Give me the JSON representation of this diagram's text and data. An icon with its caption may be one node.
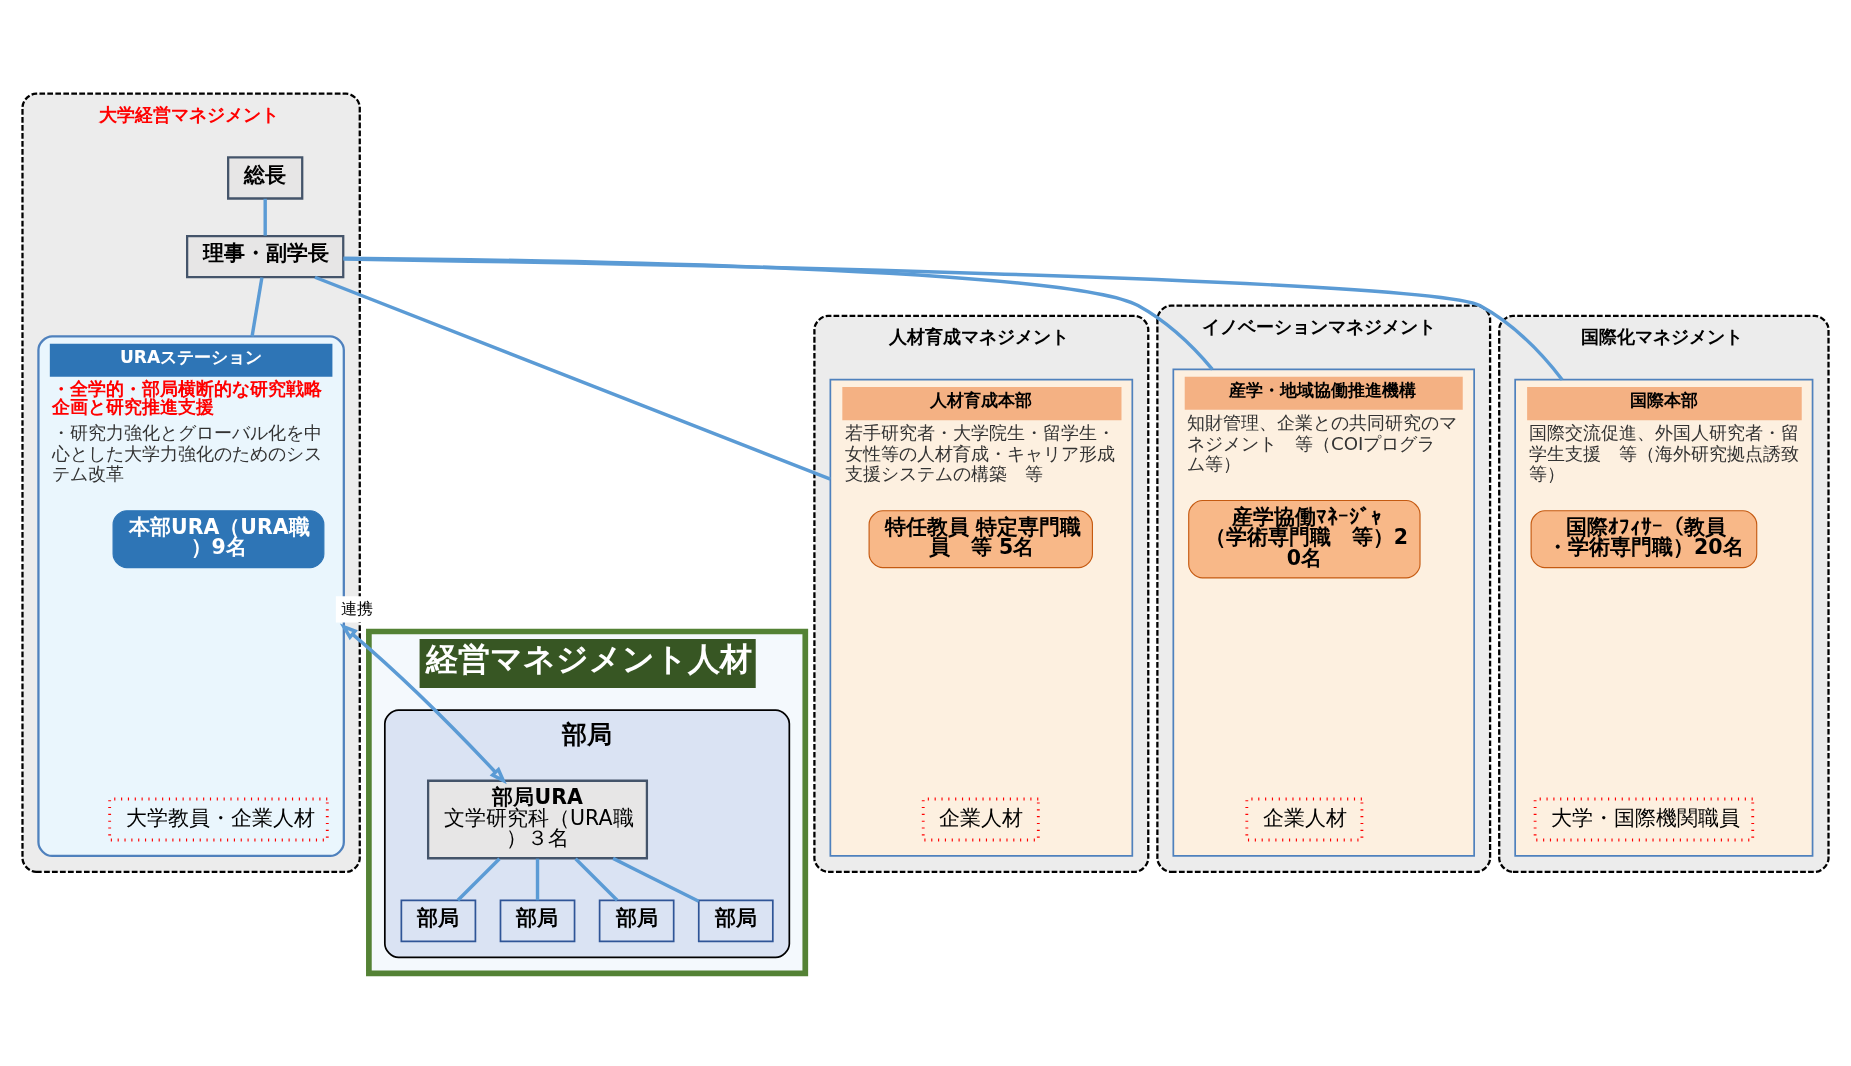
{
  "diagram": {
    "nodes": [
      {
        "text": [
          "人材育成マネジメント"
        ]
      },
      {
        "text": [
          "イノベーションマネジメント"
        ]
      },
      {
        "text": [
          "大学経営マネジメント"
        ]
      },
      {
        "text": [
          "国際化マネジメント"
        ]
      },
      {
        "text": [
          "総長"
        ],
        "in": 2
      },
      {
        "text": [
          "理事・副学長"
        ],
        "in": 2
      },
      {
        "text": [
          "人材育成本部",
          "若手研究者・大学院生・留学生・女性等の人材育成・キャリア形成支援システムの構築　等"
        ],
        "in": 0
      },
      {
        "text": [
          "特任教員 特定専門職員　等 5名"
        ],
        "in": 6
      },
      {
        "text": [
          "企業人材"
        ],
        "in": 6
      },
      {
        "text": [
          "産学・地域協働推進機構",
          "知財管理、企業との共同研究のマネジメント　等（COIプログラム等）"
        ],
        "in": 1
      },
      {
        "text": [
          "産学協働ﾏﾈｰｼﾞｬ（学術専門職　等）20名"
        ],
        "in": 9
      },
      {
        "text": [
          "企業人材"
        ],
        "in": 9
      },
      {
        "text": [
          "URAステーション",
          "・全学的・部局横断的な研究戦略企画と研究推進支援",
          "・研究力強化とグローバル化を中心とした大学力強化のためのシステム改革"
        ],
        "in": 2
      },
      {
        "text": [
          "本部URA（URA職）9名"
        ],
        "in": 12
      },
      {
        "text": [
          "大学教員・企業人材"
        ],
        "in": 12
      },
      {
        "text": [
          "国際本部",
          "国際交流促進、外国人研究者・留学生支援　等（海外研究拠点誘致等）"
        ],
        "in": 3
      },
      {
        "text": [
          "国際ｵﾌｨｻｰ（教員・学術専門職）20名"
        ],
        "in": 15
      },
      {
        "text": [
          "大学・国際機関職員"
        ],
        "in": 15
      },
      {
        "text": [
          "経営マネジメント人材"
        ]
      },
      {
        "text": [
          "部局"
        ],
        "in": 18
      },
      {
        "text": [
          "部局"
        ],
        "in": 19
      },
      {
        "text": [
          "部局"
        ],
        "in": 19
      },
      {
        "text": [
          "部局"
        ],
        "in": 19
      },
      {
        "text": [
          "部局"
        ],
        "in": 19
      },
      {
        "text": [
          "部局URA",
          "文学研究科（URA職）３名"
        ],
        "in": 19
      }
    ],
    "edges": [
      {
        "from": 4,
        "to": 5,
        "arrow": "none"
      },
      {
        "from": 5,
        "to": 6,
        "arrow": "none"
      },
      {
        "from": 5,
        "to": 9,
        "arrow": "none"
      },
      {
        "from": 5,
        "to": 12,
        "arrow": "none"
      },
      {
        "from": 5,
        "to": 15,
        "arrow": "none"
      },
      {
        "from": 12,
        "to": 24,
        "arrow": "both",
        "label": "連携"
      },
      {
        "from": 24,
        "to": 20,
        "arrow": "none"
      },
      {
        "from": 24,
        "to": 21,
        "arrow": "none"
      },
      {
        "from": 24,
        "to": 22,
        "arrow": "none"
      },
      {
        "from": 24,
        "to": 23,
        "arrow": "none"
      }
    ]
  }
}
